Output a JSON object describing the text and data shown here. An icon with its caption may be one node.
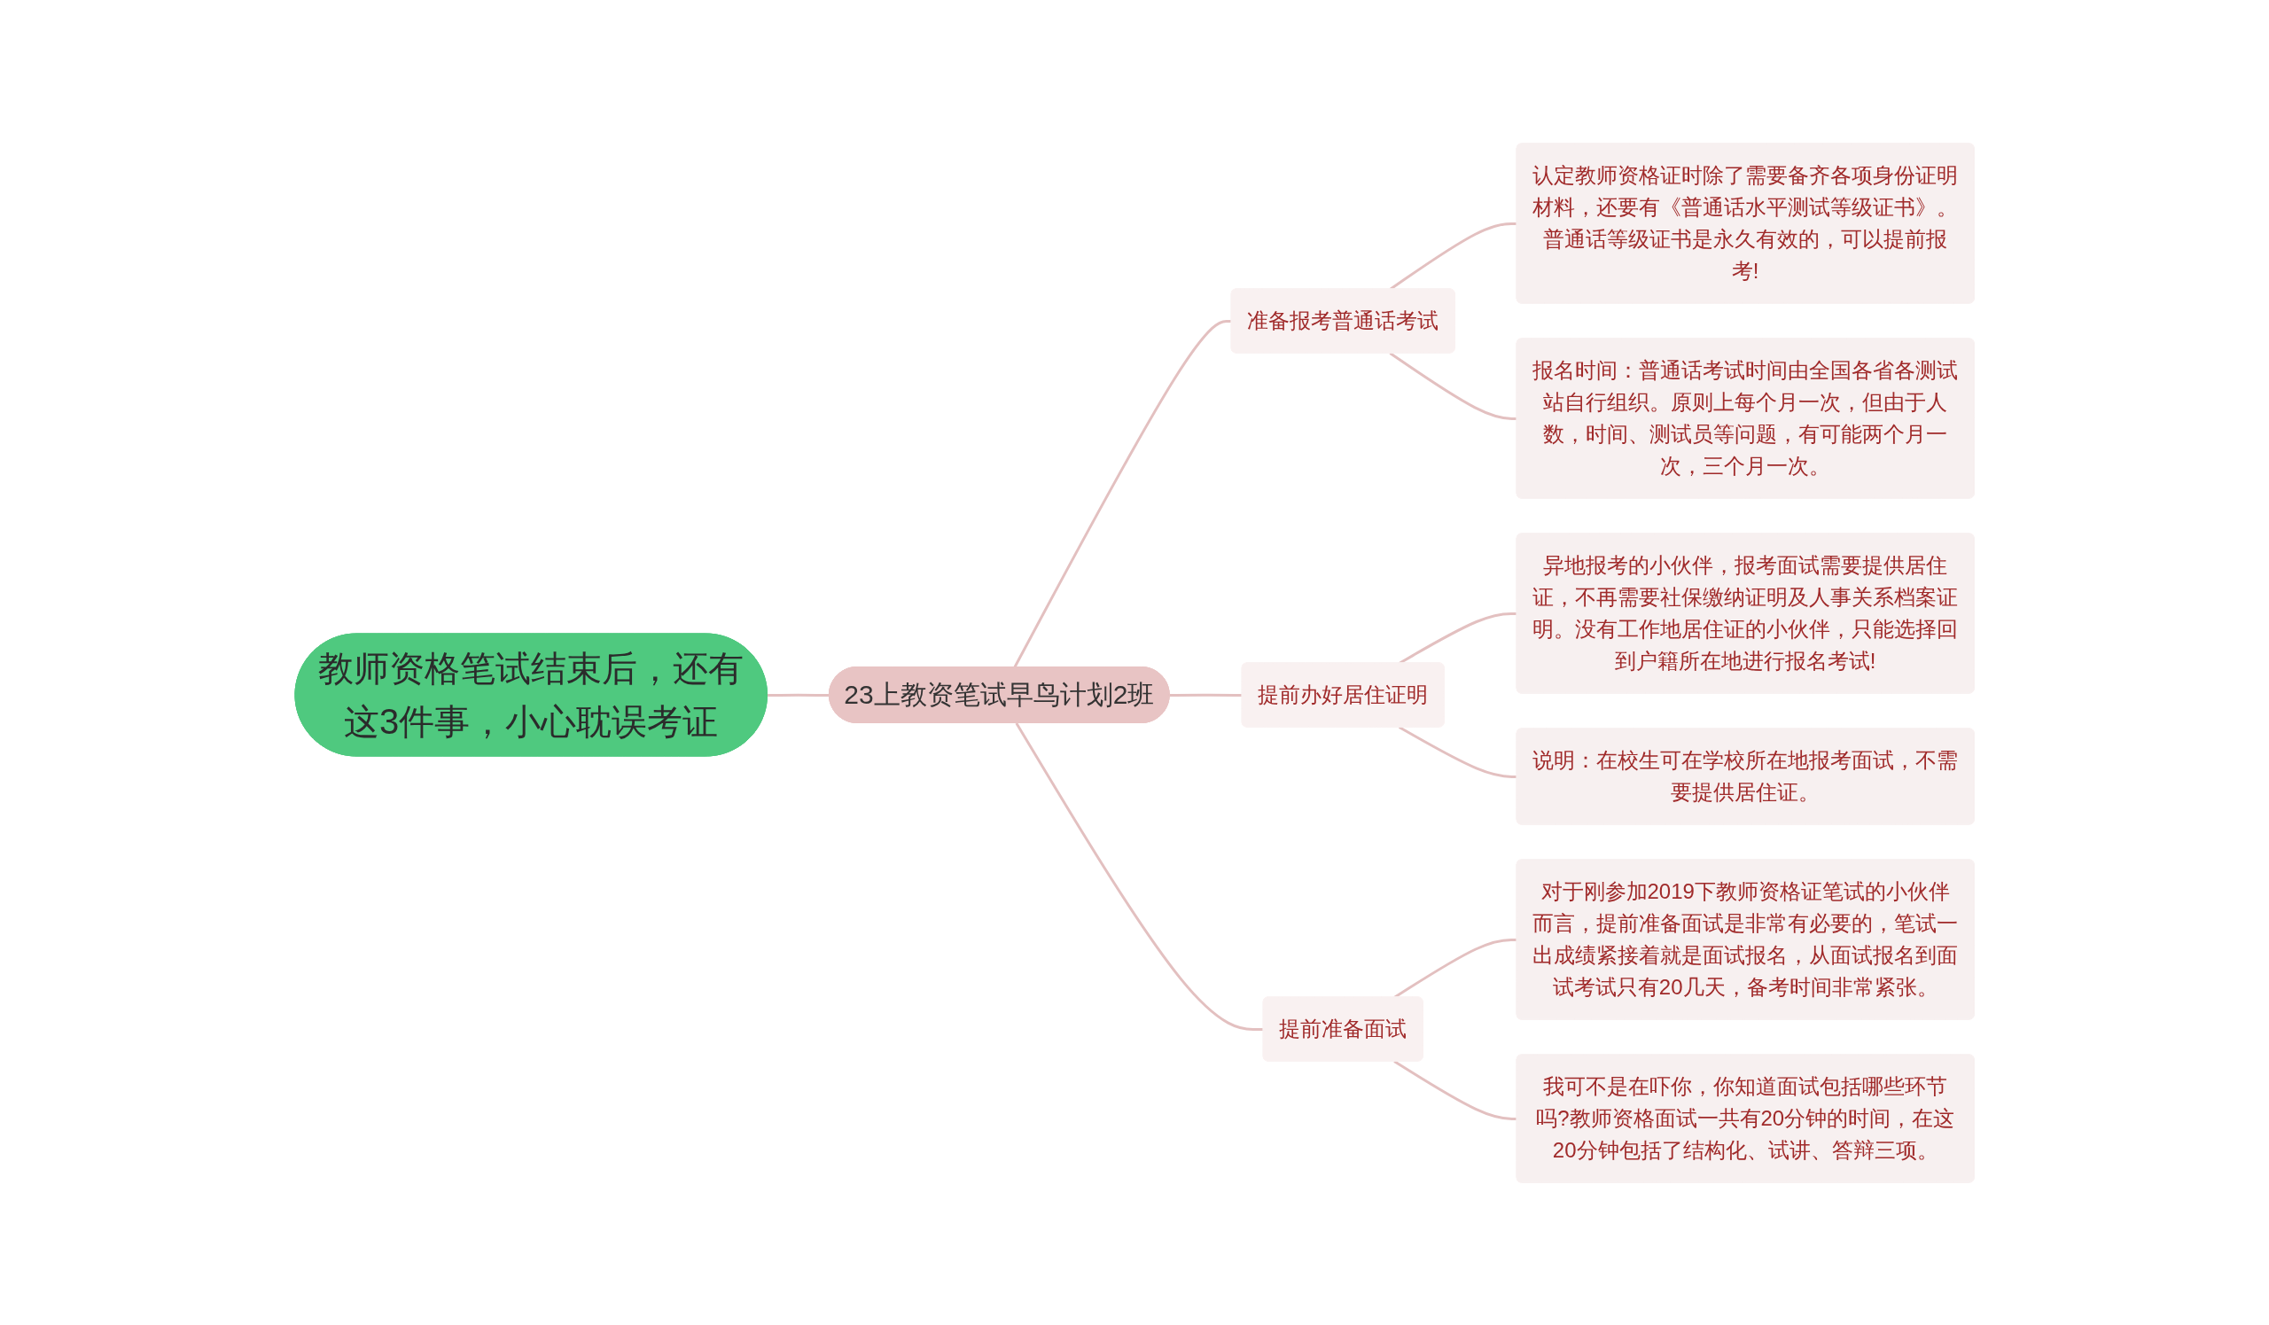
{
  "diagram": {
    "nodes": [
      {
        "text": [
          "教师资格笔试结束后，还有这3件事，小心耽误考证"
        ]
      },
      {
        "text": [
          "23上教资笔试早鸟计划2班"
        ]
      },
      {
        "text": [
          "准备报考普通话考试"
        ]
      },
      {
        "text": [
          "认定教师资格证时除了需要备齐各项身份证明材料，还要有《普通话水平测试等级证书》。普通话等级证书是永久有效的，可以提前报考!"
        ]
      },
      {
        "text": [
          "报名时间：普通话考试时间由全国各省各测试站自行组织。原则上每个月一次，但由于人数，时间、测试员等问题，有可能两个月一次，三个月一次。"
        ]
      },
      {
        "text": [
          "提前办好居住证明"
        ]
      },
      {
        "text": [
          "异地报考的小伙伴，报考面试需要提供居住证，不再需要社保缴纳证明及人事关系档案证明。没有工作地居住证的小伙伴，只能选择回到户籍所在地进行报名考试!"
        ]
      },
      {
        "text": [
          "说明：在校生可在学校所在地报考面试，不需要提供居住证。"
        ]
      },
      {
        "text": [
          "提前准备面试"
        ]
      },
      {
        "text": [
          "对于刚参加2019下教师资格证笔试的小伙伴而言，提前准备面试是非常有必要的，笔试一出成绩紧接着就是面试报名，从面试报名到面试考试只有20几天，备考时间非常紧张。"
        ]
      },
      {
        "text": [
          "我可不是在吓你，你知道面试包括哪些环节吗?教师资格面试一共有20分钟的时间，在这20分钟包括了结构化、试讲、答辩三项。"
        ]
      }
    ],
    "edges": [
      {
        "from": 0,
        "to": 1,
        "arrow": "none"
      },
      {
        "from": 1,
        "to": 2,
        "arrow": "none"
      },
      {
        "from": 2,
        "to": 3,
        "arrow": "none"
      },
      {
        "from": 2,
        "to": 4,
        "arrow": "none"
      },
      {
        "from": 1,
        "to": 5,
        "arrow": "none"
      },
      {
        "from": 5,
        "to": 6,
        "arrow": "none"
      },
      {
        "from": 5,
        "to": 7,
        "arrow": "none"
      },
      {
        "from": 1,
        "to": 8,
        "arrow": "none"
      },
      {
        "from": 8,
        "to": 9,
        "arrow": "none"
      },
      {
        "from": 8,
        "to": 10,
        "arrow": "none"
      }
    ]
  }
}
